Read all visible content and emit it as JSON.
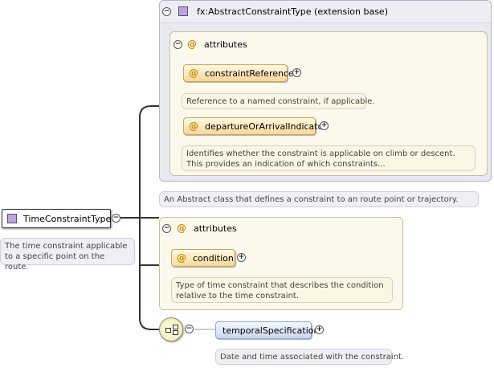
{
  "root": {
    "name": "TimeConstraintType",
    "description": "The time constraint applicable to a specific point on the route."
  },
  "extension": {
    "title": "fx:AbstractConstraintType (extension base)",
    "attributes_label": "attributes",
    "attributes": [
      {
        "name": "constraintReference",
        "description": "Reference to a named constraint, if applicable."
      },
      {
        "name": "departureOrArrivalIndicator",
        "description": "Identifies whether the constraint is applicable on climb or descent. This provides an indication of which constraints..."
      }
    ],
    "description": "An Abstract class that defines a constraint to an route point or trajectory."
  },
  "own_attributes": {
    "label": "attributes",
    "items": [
      {
        "name": "condition",
        "description": "Type of time constraint that describes the condition relative to the time constraint."
      }
    ]
  },
  "sequence": {
    "element": {
      "name": "temporalSpecification",
      "description": "Date and time associated with the constraint."
    }
  },
  "icons": {
    "at": "@",
    "minus": "−",
    "plus": "+"
  }
}
